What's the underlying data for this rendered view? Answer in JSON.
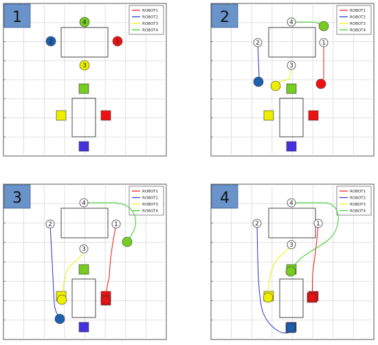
{
  "legend": [
    {
      "label": "ROBOT1",
      "color": "#ee1111"
    },
    {
      "label": "ROBOT2",
      "color": "#2233bb"
    },
    {
      "label": "ROBOT3",
      "color": "#eeee00"
    },
    {
      "label": "ROBOT4",
      "color": "#33cc22"
    }
  ],
  "panels": [
    {
      "number": "1",
      "start_labels": [
        "1",
        "2",
        "3",
        "4"
      ],
      "robots": [
        {
          "color": "#ee1111",
          "shape": "circle"
        },
        {
          "color": "#1f5fb0",
          "shape": "circle"
        },
        {
          "color": "#eeee00",
          "shape": "circle"
        },
        {
          "color": "#77cc22",
          "shape": "circle"
        }
      ]
    },
    {
      "number": "2",
      "start_labels": [
        "1",
        "2",
        "3",
        "4"
      ],
      "robots": [
        {
          "color": "#ee1111",
          "shape": "circle"
        },
        {
          "color": "#1f5fb0",
          "shape": "circle"
        },
        {
          "color": "#eeee00",
          "shape": "circle"
        },
        {
          "color": "#77cc22",
          "shape": "circle"
        }
      ]
    },
    {
      "number": "3",
      "start_labels": [
        "1",
        "2",
        "3",
        "4"
      ],
      "robots": [
        {
          "color": "#ee1111",
          "shape": "square"
        },
        {
          "color": "#1f5fb0",
          "shape": "circle"
        },
        {
          "color": "#eeee00",
          "shape": "circle"
        },
        {
          "color": "#77cc22",
          "shape": "circle"
        }
      ]
    },
    {
      "number": "4",
      "start_labels": [
        "1",
        "2",
        "3",
        "4"
      ],
      "robots": [
        {
          "color": "#ee1111",
          "shape": "square"
        },
        {
          "color": "#1f5fb0",
          "shape": "square"
        },
        {
          "color": "#eeee00",
          "shape": "circle"
        },
        {
          "color": "#77cc22",
          "shape": "circle"
        }
      ]
    }
  ],
  "goal_colors": [
    "#ee1111",
    "#4433dd",
    "#eeee00",
    "#77cc22"
  ]
}
